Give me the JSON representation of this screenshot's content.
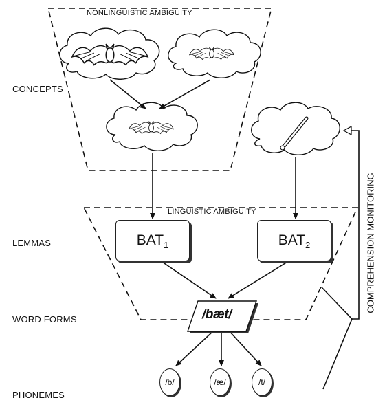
{
  "regions": {
    "nonlinguistic": "NONLINGUISTIC AMBIGUITY",
    "linguistic": "LINGUISTIC AMBIGUITY"
  },
  "levels": {
    "concepts": "CONCEPTS",
    "lemmas": "LEMMAS",
    "word_forms": "WORD FORMS",
    "phonemes": "PHONEMES"
  },
  "concept_nodes": [
    {
      "depicts": "bat-animal-large"
    },
    {
      "depicts": "bat-animal-small"
    },
    {
      "depicts": "bat-animal-merged"
    },
    {
      "depicts": "baseball-bat"
    }
  ],
  "lemmas": [
    {
      "base": "BAT",
      "index": "1"
    },
    {
      "base": "BAT",
      "index": "2"
    }
  ],
  "word_form": "/bæt/",
  "phonemes": [
    "/b/",
    "/æ/",
    "/t/"
  ],
  "feedback_label": "COMPREHENSION MONITORING"
}
